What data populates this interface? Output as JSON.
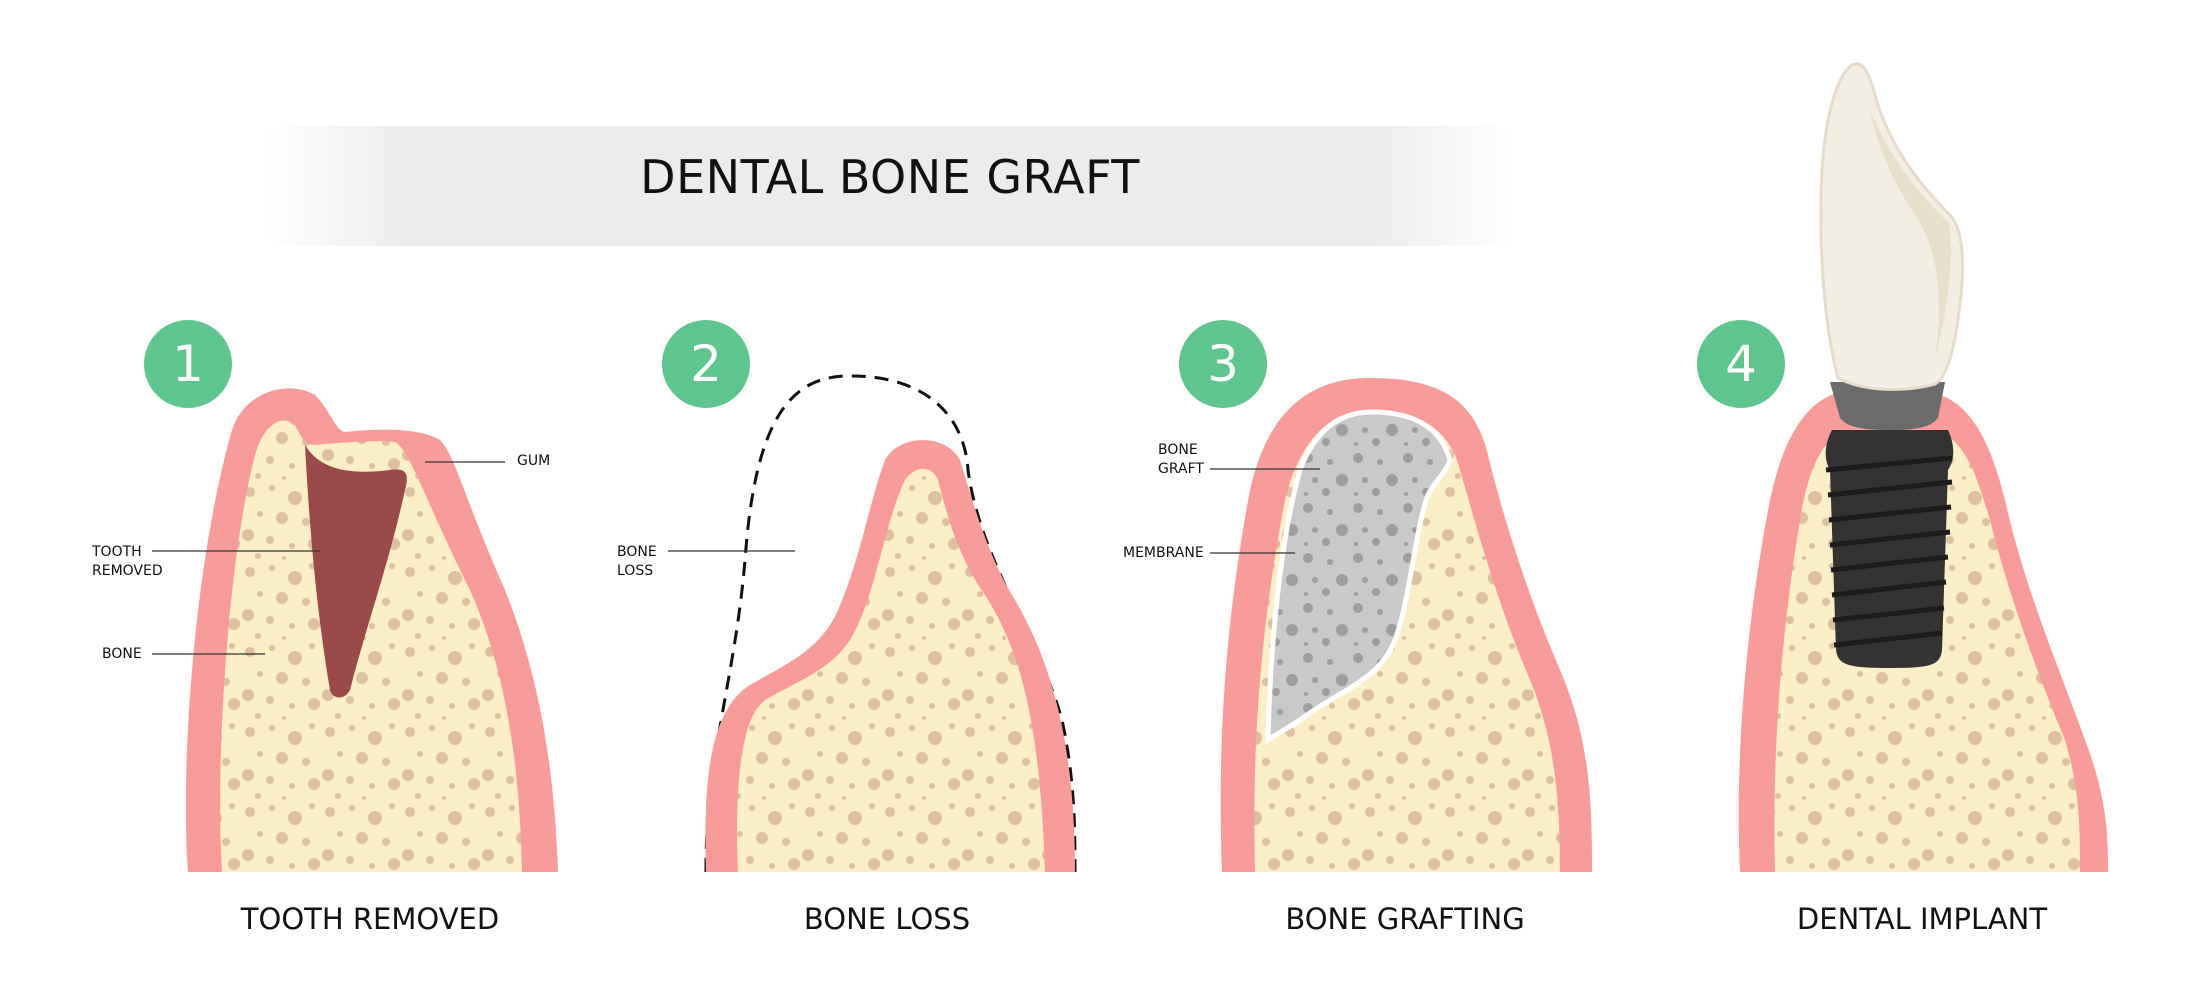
{
  "title": "DENTAL BONE GRAFT",
  "colors": {
    "gum": "#f79b9b",
    "bone": "#fbefc8",
    "bone_spot": "#dcc0a0",
    "socket": "#9a4a4a",
    "badge": "#5ec58f",
    "graft": "#c9c9c9",
    "graft_spot": "#9e9e9e",
    "implant": "#333333",
    "crown": "#f4efe4"
  },
  "stages": [
    {
      "number": "1",
      "label": "TOOTH REMOVED",
      "callouts": [
        "GUM",
        "TOOTH REMOVED",
        "BONE"
      ]
    },
    {
      "number": "2",
      "label": "BONE LOSS",
      "callouts": [
        "BONE LOSS"
      ]
    },
    {
      "number": "3",
      "label": "BONE GRAFTING",
      "callouts": [
        "BONE GRAFT",
        "MEMBRANE"
      ]
    },
    {
      "number": "4",
      "label": "DENTAL IMPLANT",
      "callouts": []
    }
  ],
  "callout_text": {
    "gum": "GUM",
    "tooth_removed_1": "TOOTH",
    "tooth_removed_2": "REMOVED",
    "bone": "BONE",
    "bone_loss_1": "BONE",
    "bone_loss_2": "LOSS",
    "bone_graft_1": "BONE",
    "bone_graft_2": "GRAFT",
    "membrane": "MEMBRANE"
  }
}
